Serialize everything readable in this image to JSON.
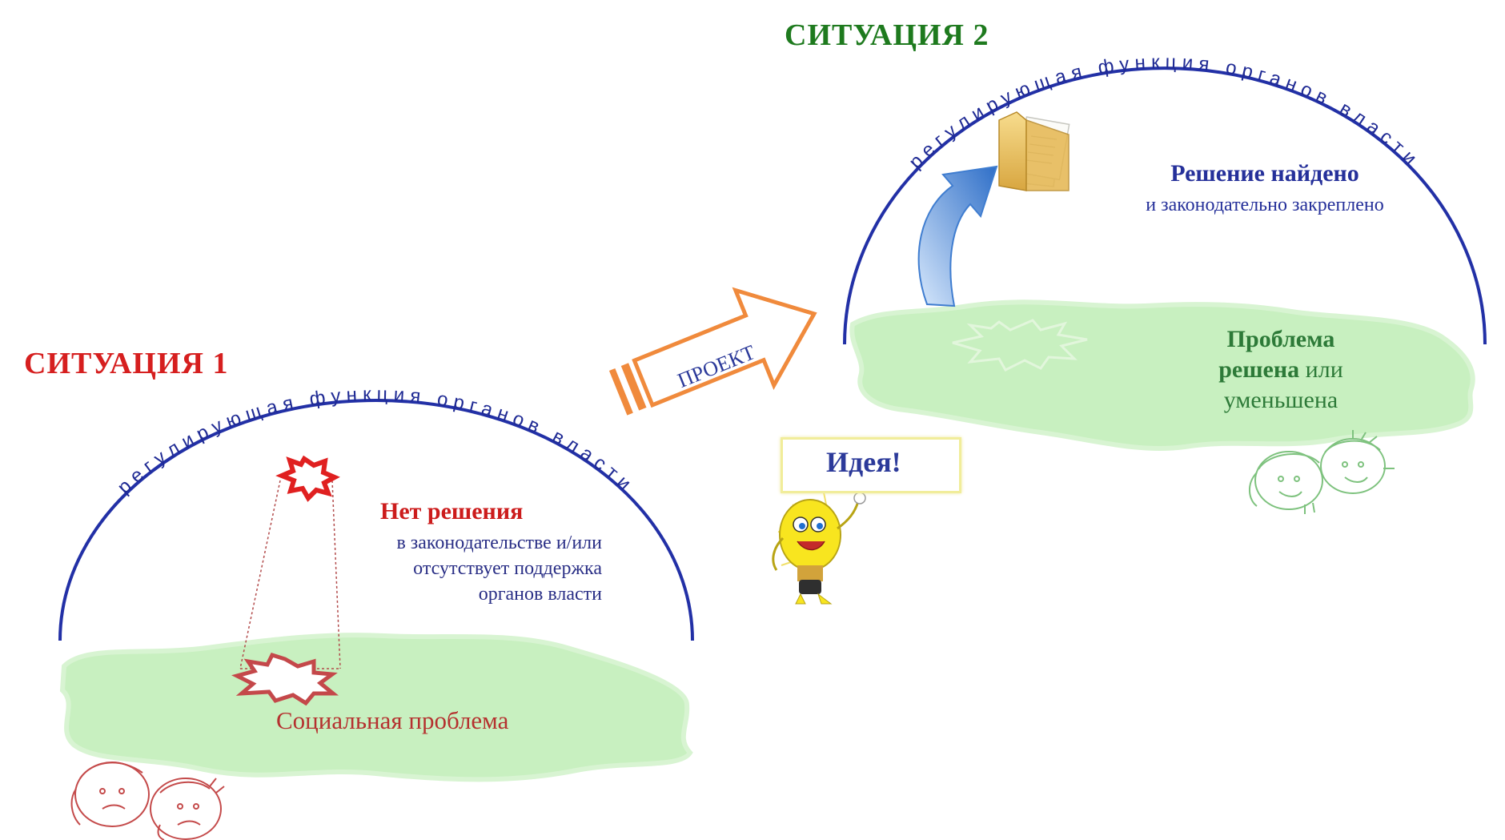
{
  "situation1": {
    "title": "СИТУАЦИЯ 1",
    "arc_text": "регулирующая функция органов власти",
    "no_solution_title": "Нет решения",
    "no_solution_desc": "в законодательстве и/или отсутствует поддержка органов власти",
    "social_problem": "Социальная проблема"
  },
  "situation2": {
    "title": "СИТУАЦИЯ 2",
    "arc_text": "регулирующая функция органов власти",
    "solution_title": "Решение найдено",
    "solution_desc": "и законодательно закреплено",
    "problem_solved_bold1": "Проблема",
    "problem_solved_bold2": "решена",
    "problem_solved_rest": " или уменьшена"
  },
  "project_label": "ПРОЕКТ",
  "idea_label": "Идея!",
  "colors": {
    "title1": "#d61f1f",
    "title2": "#1e7a1e",
    "arc": "#1f2a94",
    "cloud": "#c8f0c0",
    "arrow": "#f08a3c"
  }
}
